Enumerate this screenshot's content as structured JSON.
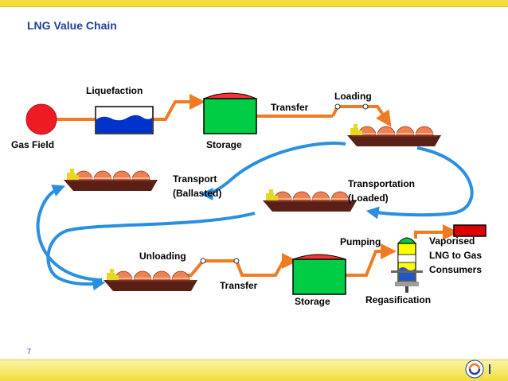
{
  "title": "LNG Value Chain",
  "labels": {
    "gas_field": "Gas Field",
    "liquefaction": "Liquefaction",
    "storage_top": "Storage",
    "transfer_top": "Transfer",
    "loading": "Loading",
    "transport_ballasted_1": "Transport",
    "transport_ballasted_2": "(Ballasted)",
    "transportation_loaded_1": "Transportation",
    "transportation_loaded_2": "(Loaded)",
    "unloading": "Unloading",
    "transfer_bottom": "Transfer",
    "storage_bottom": "Storage",
    "pumping": "Pumping",
    "regasification": "Regasification",
    "vaporised_1": "Vaporised",
    "vaporised_2": "LNG to Gas",
    "vaporised_3": "Consumers"
  },
  "page_number": "7",
  "colors": {
    "title": "#1f3f99",
    "pipe": "#f07b22",
    "route_arrow": "#2a8fe0",
    "gas_field": "#ee1b24",
    "storage": "#00cc44",
    "storage_top": "#ff3333",
    "ship_hull": "#5a2018",
    "ship_tanks": "#f08050",
    "liquefaction_liquid": "#0033cc",
    "regas_column": "#ffff00",
    "footer_band": "#f3dc3a"
  },
  "icons": {
    "gas_field": "red-circle",
    "liquefaction": "liquid-tank",
    "storage": "storage-tank",
    "ship": "lng-carrier-ship",
    "regasification": "regas-vessel",
    "consumer_pipe": "gas-pipe",
    "logo": "company-logo"
  }
}
